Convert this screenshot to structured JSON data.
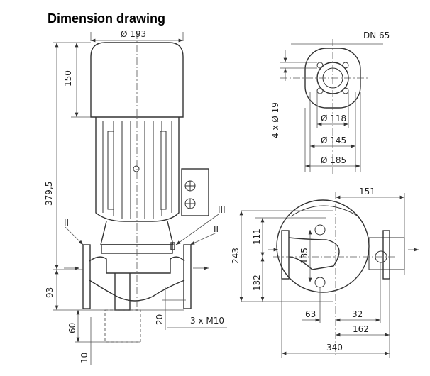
{
  "title": "Dimension drawing",
  "side_view": {
    "motor_diameter": "Ø 193",
    "motor_top_height": "150",
    "total_height": "379,5",
    "flange_center_height": "93",
    "base_clearance": "60",
    "base_offset": "10",
    "foot_height": "20",
    "bolts": "3 x M10",
    "marker_left": "II",
    "marker_vent": "III",
    "marker_right": "II"
  },
  "flange_view": {
    "nominal_diameter": "DN 65",
    "bolt_holes": "4 x Ø 19",
    "inner_diameter": "Ø 118",
    "bolt_circle": "Ø 145",
    "outer_diameter": "Ø 185"
  },
  "top_view": {
    "outlet_offset": "151",
    "upper_depth": "111",
    "total_depth": "243",
    "foot_spacing": "135",
    "lower_depth": "132",
    "left_offset": "63",
    "right_foot_offset": "32",
    "half_length": "162",
    "total_length": "340"
  }
}
